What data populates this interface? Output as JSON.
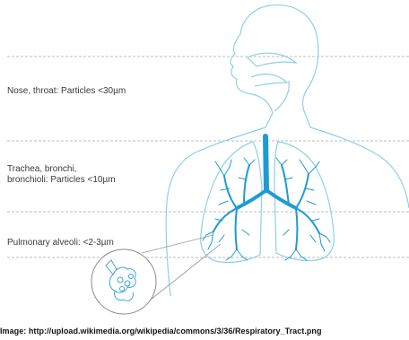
{
  "labels": {
    "nose_throat": "Nose, throat: Particles <30µm",
    "trachea": "Trachea, bronchi,\nbronchioli: Particles <10µm",
    "alveoli": "Pulmonary alveoli: <2-3µm"
  },
  "caption": "Image: http://upload.wikimedia.org/wikipedia/commons/3/36/Respiratory_Tract.png",
  "colors": {
    "outline": "#8fcfe8",
    "airway": "#1e9ad6",
    "divider": "#a8a8a8",
    "text": "#3a3a3a"
  }
}
